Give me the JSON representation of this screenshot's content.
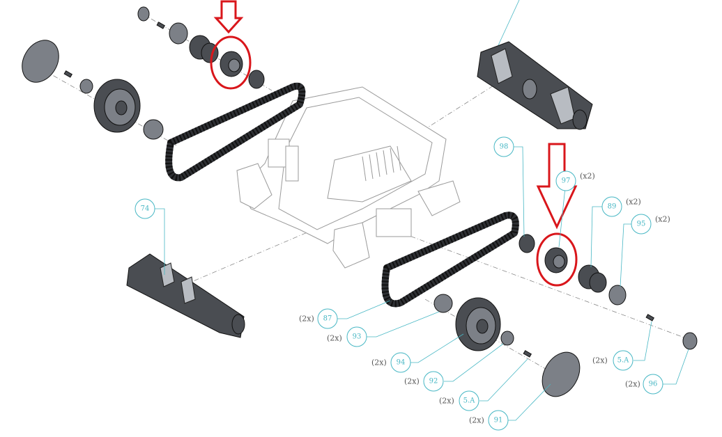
{
  "colors": {
    "callout": "#47b7c4",
    "quantity": "#555555",
    "highlight": "#d9161b"
  },
  "icons": {
    "arrow": "down-arrow-outline",
    "highlight": "red-ellipse"
  },
  "callouts": [
    {
      "id": "74",
      "label": "74",
      "qty": ""
    },
    {
      "id": "98",
      "label": "98",
      "qty": ""
    },
    {
      "id": "97",
      "label": "97",
      "qty": "(x2)"
    },
    {
      "id": "89",
      "label": "89",
      "qty": "(x2)"
    },
    {
      "id": "95",
      "label": "95",
      "qty": "(x2)"
    },
    {
      "id": "87",
      "label": "87",
      "qty": "(2x)"
    },
    {
      "id": "93",
      "label": "93",
      "qty": "(2x)"
    },
    {
      "id": "94",
      "label": "94",
      "qty": "(2x)"
    },
    {
      "id": "92",
      "label": "92",
      "qty": "(2x)"
    },
    {
      "id": "5A-left",
      "label": "5.A",
      "qty": "(2x)"
    },
    {
      "id": "91",
      "label": "91",
      "qty": "(2x)"
    },
    {
      "id": "5A-right",
      "label": "5.A",
      "qty": "(2x)"
    },
    {
      "id": "96",
      "label": "96",
      "qty": "(2x)"
    }
  ]
}
